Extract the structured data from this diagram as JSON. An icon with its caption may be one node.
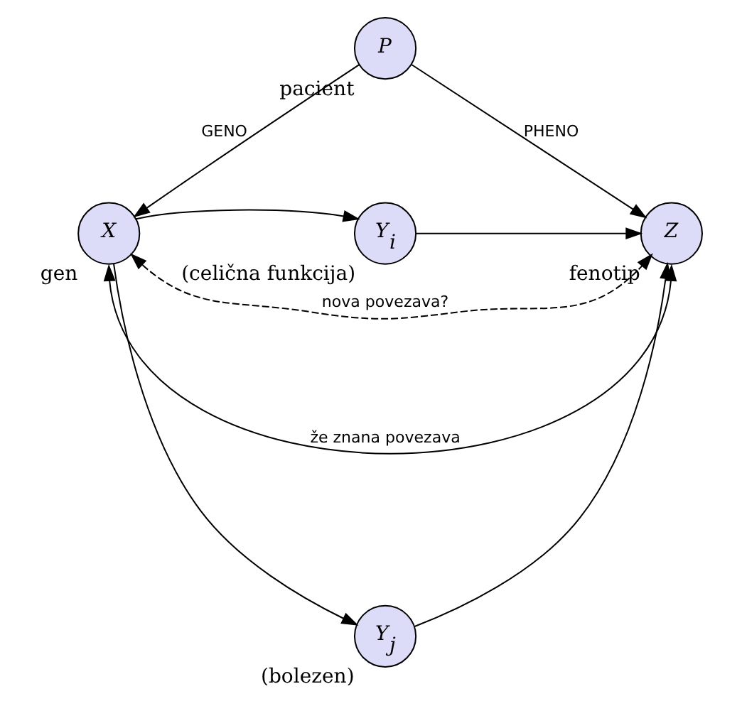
{
  "diagram": {
    "nodes": [
      {
        "text": [
          "P"
        ],
        "beside": [
          "pacient"
        ]
      },
      {
        "text": [
          "X"
        ],
        "beside": [
          "gen"
        ]
      },
      {
        "text": [
          "Y$_{i}$"
        ],
        "beside": [
          "(celična funkcija)"
        ]
      },
      {
        "text": [
          "Z"
        ],
        "beside": [
          "fenotip"
        ]
      },
      {
        "text": [
          "Y$_{j}$"
        ],
        "beside": [
          "(bolezen)"
        ]
      }
    ],
    "edges": [
      {
        "from": 0,
        "to": 1,
        "arrow": "to",
        "label": "GENO"
      },
      {
        "from": 0,
        "to": 3,
        "arrow": "to",
        "label": "PHENO"
      },
      {
        "from": 1,
        "to": 2,
        "arrow": "to"
      },
      {
        "from": 2,
        "to": 3,
        "arrow": "to"
      },
      {
        "from": 1,
        "to": 4,
        "arrow": "to"
      },
      {
        "from": 4,
        "to": 3,
        "arrow": "to"
      },
      {
        "from": 1,
        "to": 3,
        "arrow": "both",
        "style": "dashed",
        "label": "nova povezava?"
      },
      {
        "from": 1,
        "to": 3,
        "arrow": "both",
        "label": "že znana povezava"
      }
    ]
  }
}
